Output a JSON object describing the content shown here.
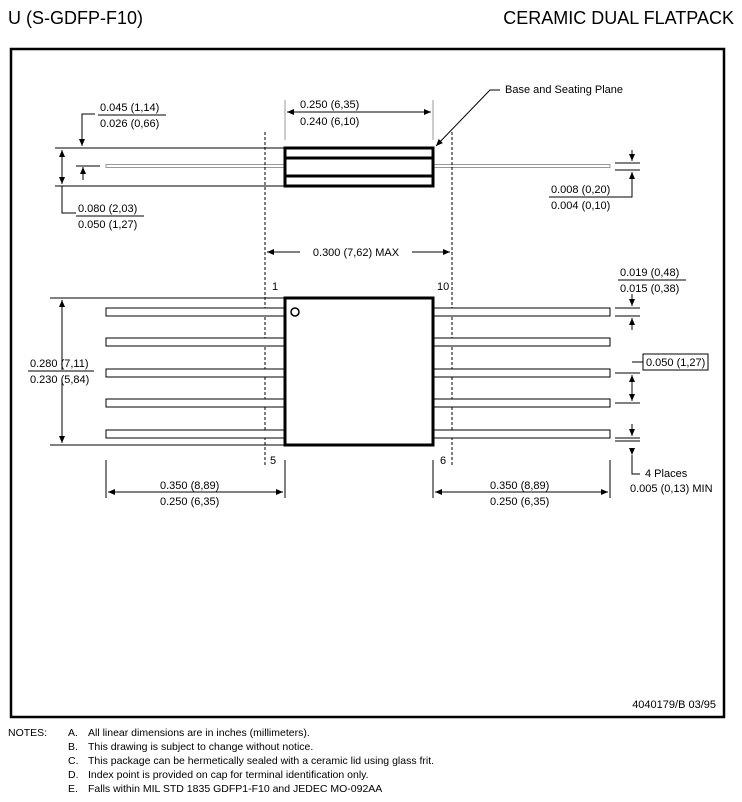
{
  "header": {
    "package_code": "U (S-GDFP-F10)",
    "package_name": "CERAMIC DUAL FLATPACK"
  },
  "side_view": {
    "lead_thickness": {
      "max": "0.045 (1,14)",
      "min": "0.026 (0,66)"
    },
    "height": {
      "max": "0.080 (2,03)",
      "min": "0.050 (1,27)"
    },
    "body_width": {
      "max": "0.250 (6,35)",
      "min": "0.240 (6,10)"
    },
    "seating_plane": "Base and Seating Plane",
    "lead_gauge": {
      "max": "0.008 (0,20)",
      "min": "0.004 (0,10)"
    },
    "span": "0.300 (7,62) MAX"
  },
  "top_view": {
    "pins": [
      "1",
      "10",
      "5",
      "6"
    ],
    "body_length": {
      "max": "0.280 (7,11)",
      "min": "0.230 (5,84)"
    },
    "lead_width": {
      "max": "0.019 (0,48)",
      "min": "0.015 (0,38)"
    },
    "pitch": "0.050 (1,27)",
    "lead_length_left": {
      "max": "0.350 (8,89)",
      "min": "0.250 (6,35)"
    },
    "lead_length_right": {
      "max": "0.350 (8,89)",
      "min": "0.250 (6,35)"
    },
    "places": "4 Places",
    "min_clearance": "0.005 (0,13) MIN"
  },
  "drawing_number": "4040179/B 03/95",
  "notes": {
    "label": "NOTES:",
    "items": [
      {
        "letter": "A.",
        "text": "All linear dimensions are in inches (millimeters)."
      },
      {
        "letter": "B.",
        "text": "This drawing is subject to change without notice."
      },
      {
        "letter": "C.",
        "text": "This package can be hermetically sealed with a ceramic lid using glass frit."
      },
      {
        "letter": "D.",
        "text": "Index point is provided on cap for terminal identification only."
      },
      {
        "letter": "E.",
        "text": "Falls within MIL STD 1835 GDFP1-F10 and JEDEC MO-092AA"
      }
    ]
  }
}
